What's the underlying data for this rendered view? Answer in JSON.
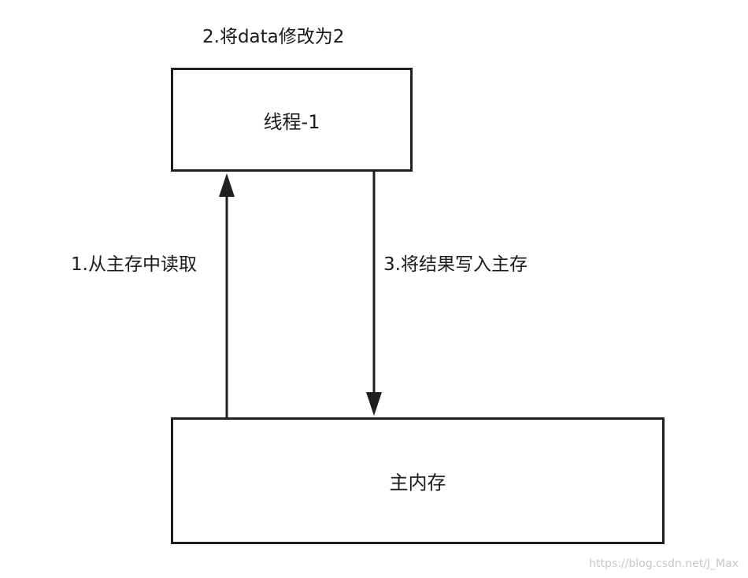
{
  "diagram": {
    "nodes": {
      "thread": {
        "label": "线程-1"
      },
      "memory": {
        "label": "主内存"
      }
    },
    "edges": [
      {
        "id": "read",
        "from": "memory",
        "to": "thread",
        "label": "1.从主存中读取"
      },
      {
        "id": "write",
        "from": "thread",
        "to": "memory",
        "label": "3.将结果写入主存"
      }
    ],
    "steps": {
      "modify": "2.将data修改为2"
    }
  },
  "watermark": "https://blog.csdn.net/J_Max",
  "colors": {
    "stroke": "#1f1f1f",
    "text": "#1a1a1a",
    "watermark": "#c8c8c8"
  }
}
